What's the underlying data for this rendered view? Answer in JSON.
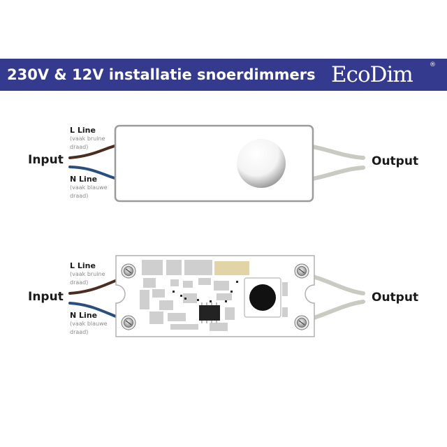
{
  "header": {
    "title": "230V & 12V installatie snoerdimmers",
    "background_color": "#343a8e",
    "logo_text": "EcoDim",
    "logo_registered": "®"
  },
  "top_diagram": {
    "input_label": "Input",
    "output_label": "Output",
    "l_line_label": "L Line",
    "l_line_note": "(vaak bruine draad)",
    "n_line_label": "N Line",
    "n_line_note": "(vaak blauwe draad)"
  },
  "bottom_diagram": {
    "input_label": "Input",
    "output_label": "Output",
    "l_line_label": "L Line",
    "l_line_note": "(vaak bruine draad)",
    "n_line_label": "N Line",
    "n_line_note": "(vaak blauwe draad)"
  },
  "wire_colors": {
    "l_line": "#4a2d20",
    "n_line": "#2a4f7e",
    "output": "#c9cbc3"
  }
}
